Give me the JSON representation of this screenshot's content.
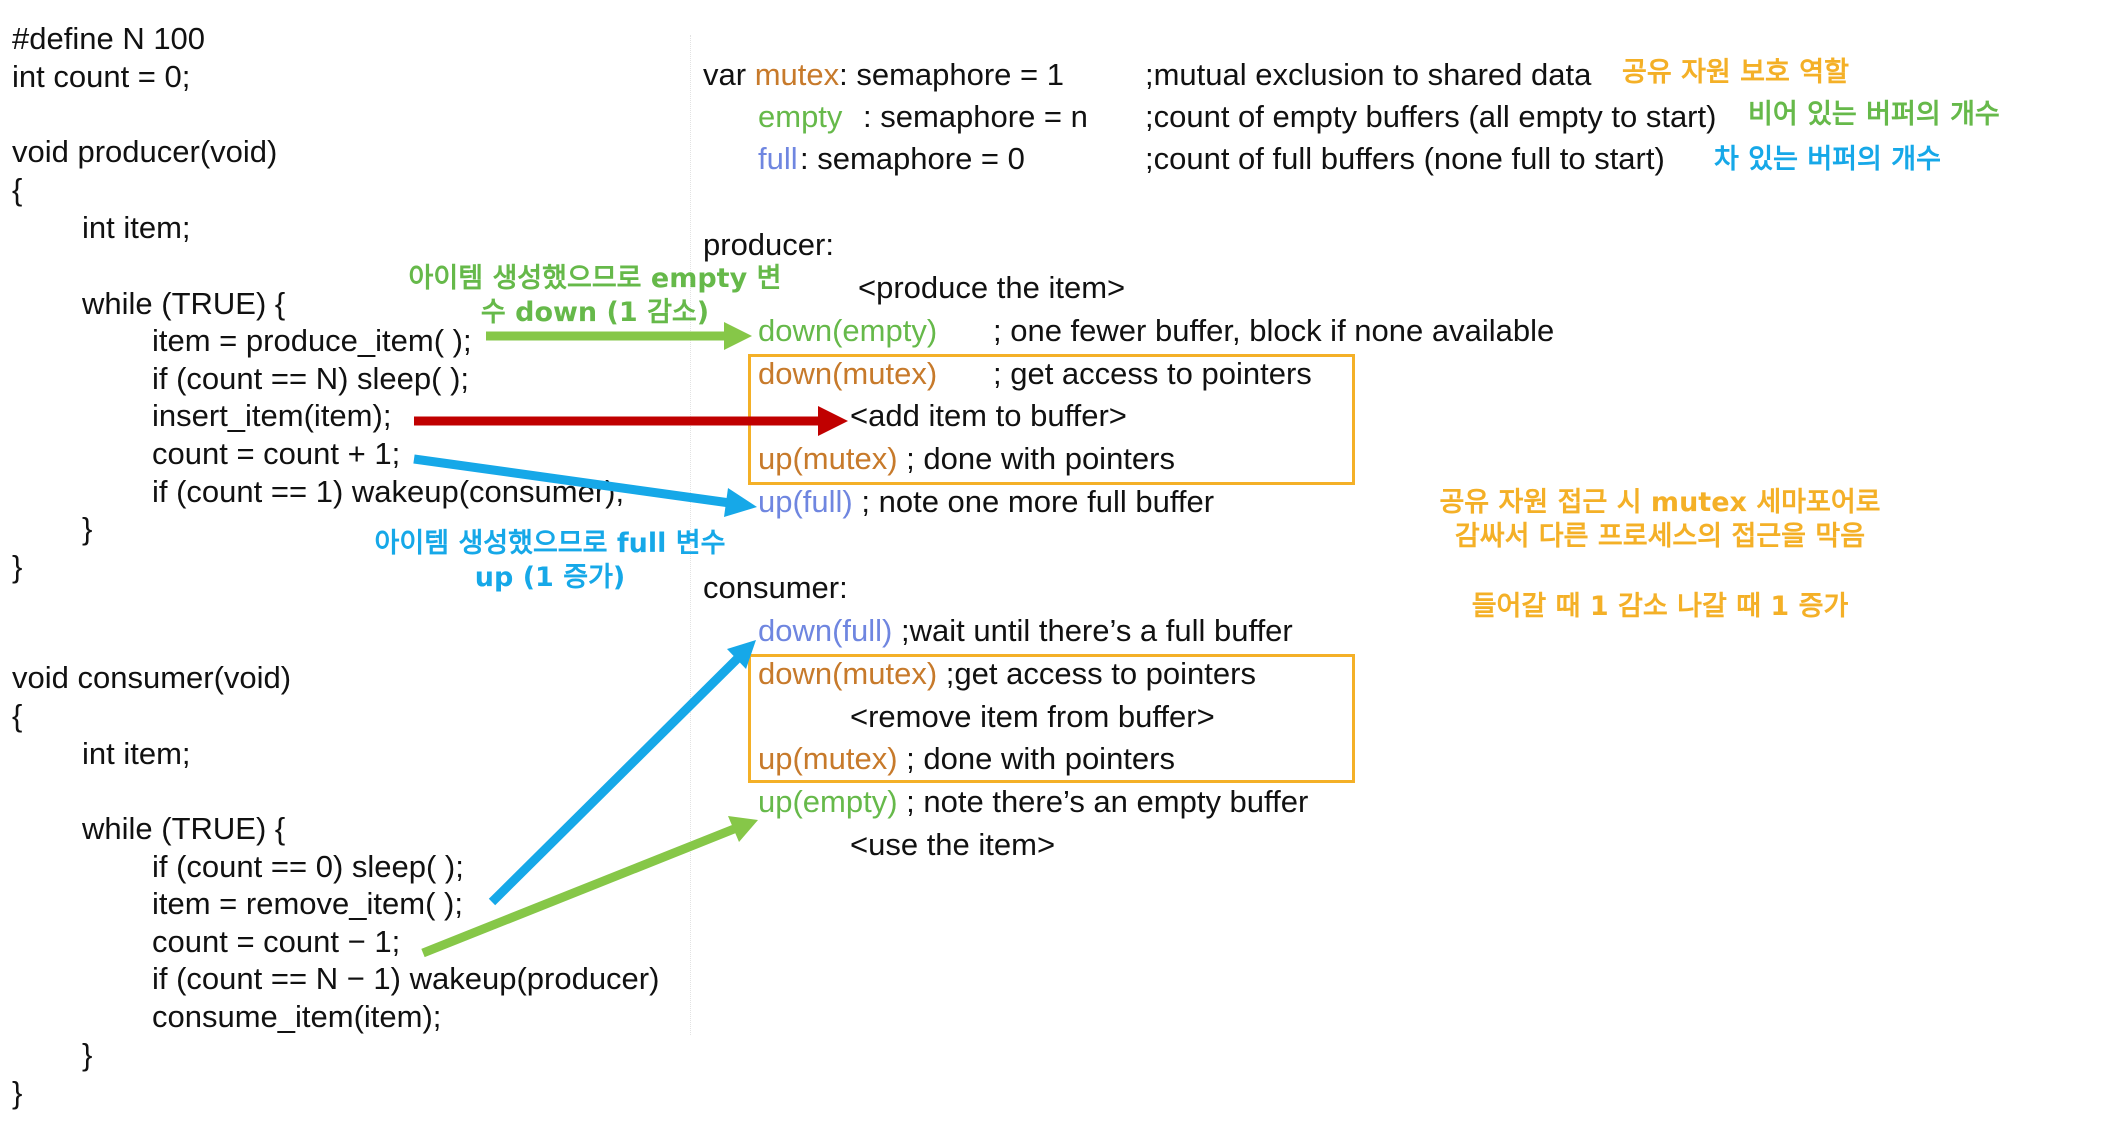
{
  "left_code": [
    "#define N 100",
    "int count = 0;",
    "void producer(void)",
    "{",
    "int item;",
    "while (TRUE) {",
    "item = produce_item( );",
    "if (count == N) sleep( );",
    "insert_item(item);",
    "count = count + 1;",
    "if (count == 1) wakeup(consumer);",
    "}",
    "}",
    "void consumer(void)",
    "{",
    "int item;",
    "while (TRUE) {",
    "if (count == 0) sleep( );",
    "item = remove_item( );",
    "count = count − 1;",
    "if (count == N − 1) wakeup(producer)",
    "consume_item(item);",
    "}",
    "}"
  ],
  "decls": {
    "var_kw": "var ",
    "mutex_name": "mutex",
    "mutex_rest": ": semaphore = 1",
    "mutex_comment": ";mutual exclusion to shared data",
    "mutex_note": "공유 자원 보호 역할",
    "empty_name": "empty",
    "empty_rest": ": semaphore = n",
    "empty_comment": ";count of empty buffers (all empty to start)",
    "empty_note": "비어 있는 버퍼의 개수",
    "full_name": "full",
    "full_rest": ": semaphore = 0",
    "full_comment": ";count of full buffers (none full to start)",
    "full_note": "차 있는 버퍼의 개수"
  },
  "producer": {
    "label": "producer:",
    "produce": "<produce the item>",
    "down_empty": "down(empty)",
    "down_empty_comment": "; one fewer buffer, block if none available",
    "down_mutex": "down(mutex)",
    "down_mutex_comment": "; get access to pointers",
    "add": "<add item to buffer>",
    "up_mutex": "up(mutex)",
    "up_mutex_comment": " ; done with pointers",
    "up_full": "up(full)",
    "up_full_comment": " ; note one more full buffer"
  },
  "consumer": {
    "label": "consumer:",
    "down_full": "down(full)",
    "down_full_comment": " ;wait until there’s a full buffer",
    "down_mutex": "down(mutex)",
    "down_mutex_comment": " ;get access to pointers",
    "remove": "<remove item from buffer>",
    "up_mutex": "up(mutex)",
    "up_mutex_comment": " ; done with pointers",
    "up_empty": "up(empty)",
    "up_empty_comment": " ; note there’s an empty buffer",
    "use": "<use the item>"
  },
  "annotations": {
    "empty_down_1": "아이템 생성했으므로 empty 변",
    "empty_down_2": "수 down (1 감소)",
    "full_up_1": "아이템 생성했으므로 full 변수",
    "full_up_2": "up (1 증가)",
    "mutex_1": "공유 자원 접근 시 mutex 세마포어로",
    "mutex_2": "감싸서 다른 프로세스의 접근을 막음",
    "mutex_3": "들어갈 때 1 감소 나갈 때 1 증가"
  },
  "colors": {
    "mutex": "#c77a2b",
    "empty": "#66b94a",
    "full": "#6f86e0",
    "annotation_orange": "#f4b027",
    "arrow_green": "#86c748",
    "arrow_red": "#c00000",
    "arrow_blue": "#16a8e8"
  }
}
